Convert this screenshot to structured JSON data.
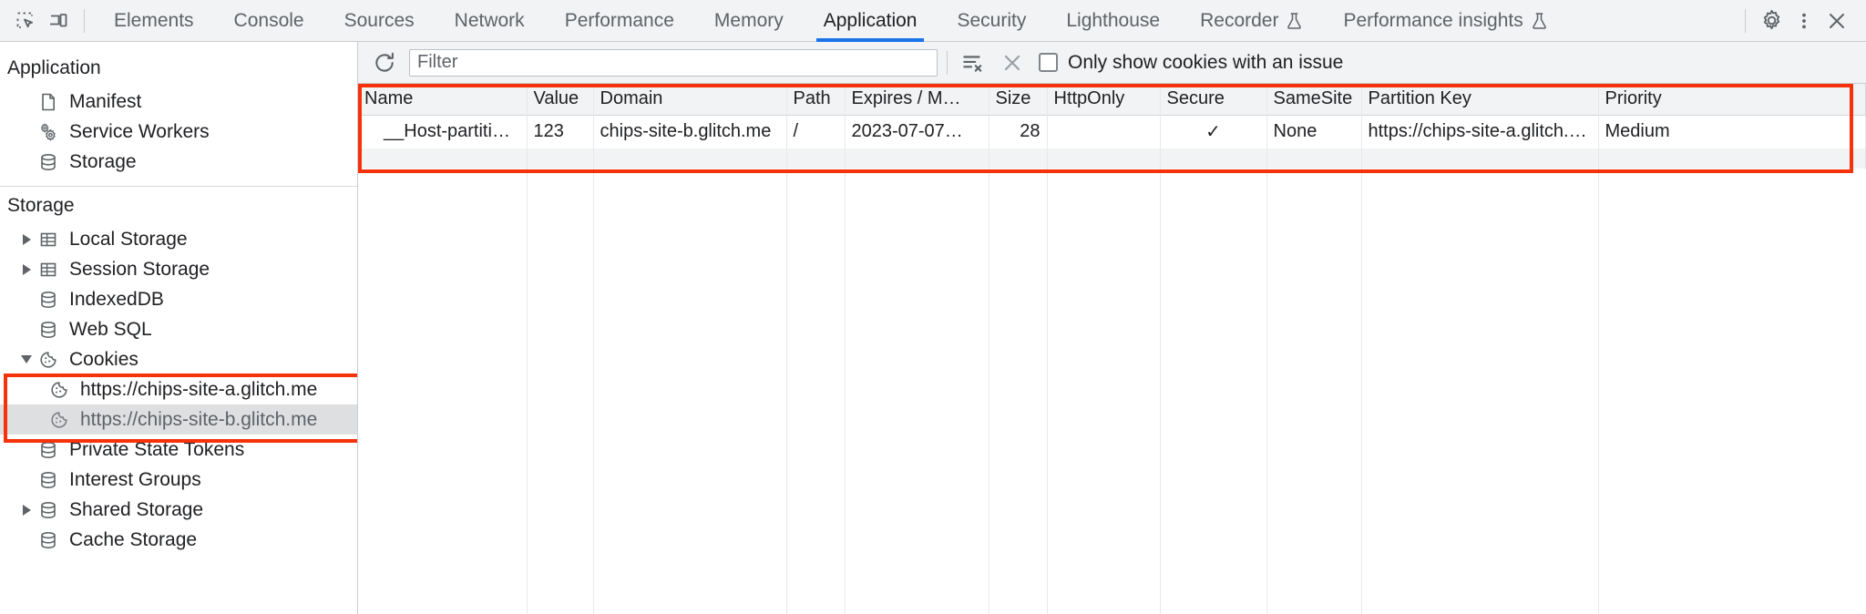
{
  "toolbar": {
    "inspect_icon": "inspect-element-icon",
    "device_icon": "device-toolbar-icon",
    "tabs": [
      {
        "label": "Elements",
        "active": false,
        "experimental": false
      },
      {
        "label": "Console",
        "active": false,
        "experimental": false
      },
      {
        "label": "Sources",
        "active": false,
        "experimental": false
      },
      {
        "label": "Network",
        "active": false,
        "experimental": false
      },
      {
        "label": "Performance",
        "active": false,
        "experimental": false
      },
      {
        "label": "Memory",
        "active": false,
        "experimental": false
      },
      {
        "label": "Application",
        "active": true,
        "experimental": false
      },
      {
        "label": "Security",
        "active": false,
        "experimental": false
      },
      {
        "label": "Lighthouse",
        "active": false,
        "experimental": false
      },
      {
        "label": "Recorder",
        "active": false,
        "experimental": true
      },
      {
        "label": "Performance insights",
        "active": false,
        "experimental": true
      }
    ],
    "settings_icon": "gear-icon",
    "more_icon": "three-dot-menu-icon",
    "close_icon": "close-icon"
  },
  "sidebar": {
    "application_section": {
      "title": "Application",
      "items": [
        {
          "label": "Manifest",
          "icon": "document-icon",
          "twisty": "none",
          "selected": false
        },
        {
          "label": "Service Workers",
          "icon": "gears-icon",
          "twisty": "none",
          "selected": false
        },
        {
          "label": "Storage",
          "icon": "database-icon",
          "twisty": "none",
          "selected": false
        }
      ]
    },
    "storage_section": {
      "title": "Storage",
      "items": [
        {
          "label": "Local Storage",
          "icon": "table-icon",
          "twisty": "collapsed",
          "selected": false,
          "indent": 1
        },
        {
          "label": "Session Storage",
          "icon": "table-icon",
          "twisty": "collapsed",
          "selected": false,
          "indent": 1
        },
        {
          "label": "IndexedDB",
          "icon": "database-icon",
          "twisty": "none",
          "selected": false,
          "indent": 1
        },
        {
          "label": "Web SQL",
          "icon": "database-icon",
          "twisty": "none",
          "selected": false,
          "indent": 1
        },
        {
          "label": "Cookies",
          "icon": "cookie-icon",
          "twisty": "expanded",
          "selected": false,
          "indent": 1
        },
        {
          "label": "https://chips-site-a.glitch.me",
          "icon": "cookie-icon",
          "twisty": "none",
          "selected": false,
          "indent": 2
        },
        {
          "label": "https://chips-site-b.glitch.me",
          "icon": "cookie-icon",
          "twisty": "none",
          "selected": true,
          "indent": 2
        },
        {
          "label": "Private State Tokens",
          "icon": "database-icon",
          "twisty": "none",
          "selected": false,
          "indent": 1
        },
        {
          "label": "Interest Groups",
          "icon": "database-icon",
          "twisty": "none",
          "selected": false,
          "indent": 1
        },
        {
          "label": "Shared Storage",
          "icon": "database-icon",
          "twisty": "collapsed",
          "selected": false,
          "indent": 1
        },
        {
          "label": "Cache Storage",
          "icon": "database-icon",
          "twisty": "none",
          "selected": false,
          "indent": 1
        }
      ]
    }
  },
  "filterbar": {
    "refresh_icon": "refresh-icon",
    "filter_placeholder": "Filter",
    "filter_value": "",
    "clear_filtered_icon": "clear-filtered-icon",
    "clear_all_icon": "clear-all-x-icon",
    "only_issue_label": "Only show cookies with an issue",
    "only_issue_checked": false
  },
  "table": {
    "columns": [
      "Name",
      "Value",
      "Domain",
      "Path",
      "Expires / M…",
      "Size",
      "HttpOnly",
      "Secure",
      "SameSite",
      "Partition Key",
      "Priority"
    ],
    "rows": [
      {
        "Name": "__Host-partitioned-cookie",
        "Value": "123",
        "Domain": "chips-site-b.glitch.me",
        "Path": "/",
        "Expires / M…": "2023-07-07…",
        "Size": "28",
        "HttpOnly": "",
        "Secure": "✓",
        "SameSite": "None",
        "Partition Key": "https://chips-site-a.glitch.me",
        "Priority": "Medium"
      }
    ]
  },
  "annotations": {
    "highlight_color": "#f5320a",
    "boxes": [
      {
        "name": "cookie-table-highlight"
      },
      {
        "name": "cookies-tree-highlight"
      }
    ]
  }
}
